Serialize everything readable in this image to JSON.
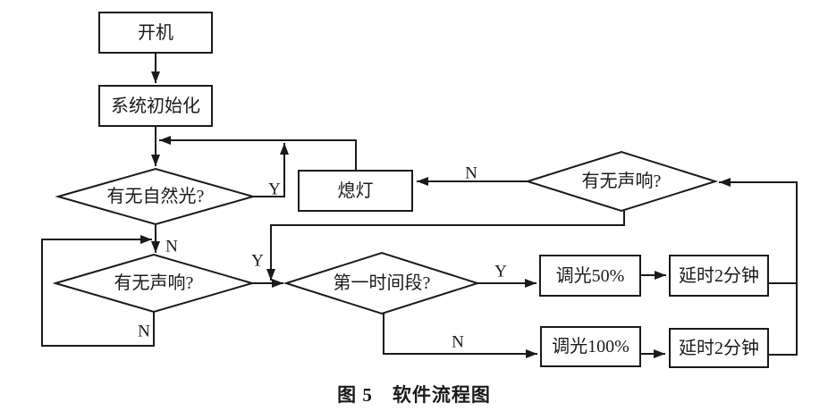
{
  "figure": {
    "caption": "图 5　软件流程图"
  },
  "nodes": {
    "power_on": "开机",
    "system_init": "系统初始化",
    "natural_light": "有无自然光?",
    "lights_off": "熄灯",
    "sound_left": "有无声响?",
    "sound_right": "有无声响?",
    "first_period": "第一时间段?",
    "dim_50": "调光50%",
    "delay_2min_top": "延时2分钟",
    "dim_100": "调光100%",
    "delay_2min_bottom": "延时2分钟"
  },
  "edge_labels": {
    "natural_light_yes": "Y",
    "natural_light_no": "N",
    "sound_left_yes": "Y",
    "sound_left_no": "N",
    "first_period_yes": "Y",
    "first_period_no": "N",
    "sound_right_no": "N"
  },
  "edges": [
    {
      "from": "power_on",
      "to": "system_init",
      "label": ""
    },
    {
      "from": "system_init",
      "to": "natural_light",
      "label": ""
    },
    {
      "from": "natural_light",
      "to": "natural_light",
      "label": "Y"
    },
    {
      "from": "natural_light",
      "to": "sound_left",
      "label": "N"
    },
    {
      "from": "sound_left",
      "to": "sound_left",
      "label": "N"
    },
    {
      "from": "sound_left",
      "to": "first_period",
      "label": "Y"
    },
    {
      "from": "first_period",
      "to": "dim_50",
      "label": "Y"
    },
    {
      "from": "dim_50",
      "to": "delay_2min_top",
      "label": ""
    },
    {
      "from": "delay_2min_top",
      "to": "sound_right",
      "label": ""
    },
    {
      "from": "first_period",
      "to": "dim_100",
      "label": "N"
    },
    {
      "from": "dim_100",
      "to": "delay_2min_bottom",
      "label": ""
    },
    {
      "from": "delay_2min_bottom",
      "to": "sound_right",
      "label": ""
    },
    {
      "from": "sound_right",
      "to": "lights_off",
      "label": "N"
    },
    {
      "from": "sound_right",
      "to": "first_period",
      "label": ""
    },
    {
      "from": "lights_off",
      "to": "natural_light",
      "label": ""
    }
  ],
  "colors": {
    "line": "#1a1a1a",
    "background": "#ffffff",
    "text": "#1a1a1a"
  }
}
